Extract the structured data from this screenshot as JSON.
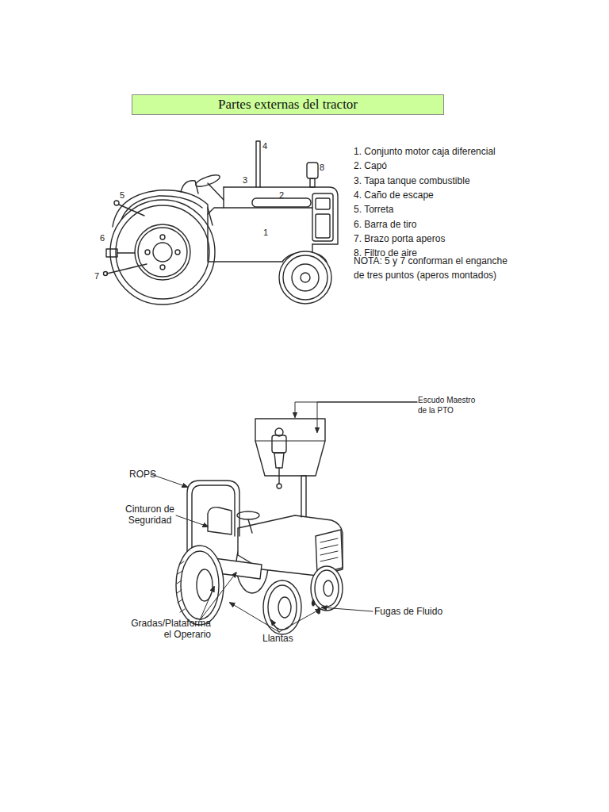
{
  "diagram": {
    "title": "Partes externas del tractor",
    "labels": [
      "1",
      "2",
      "3",
      "4",
      "5",
      "6",
      "7",
      "8",
      "1. Conjunto motor caja diferencial",
      "2. Capó",
      "3. Tapa tanque combustible",
      "4. Caño de escape",
      "5. Torreta",
      "6. Barra de tiro",
      "7. Brazo porta aperos",
      "8. Filtro de aire",
      "NOTA: 5 y 7 conforman el enganche de tres puntos (aperos montados)",
      "Escudo Maestro de la PTO",
      "ROPS",
      "Cinturon de Seguridad",
      "Gradas/Plataforma el Operario",
      "Llantas",
      "Fugas de Fluido"
    ]
  }
}
